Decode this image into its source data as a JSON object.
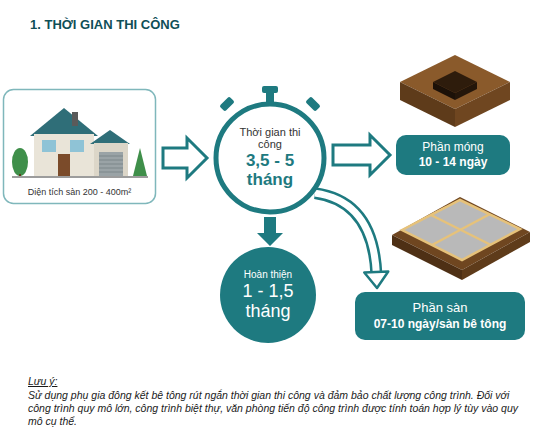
{
  "diagram": {
    "title": "1. THỜI GIAN THI CÔNG",
    "nodes": [
      {
        "text": [
          "Diện tích sàn 200 - 400m²"
        ]
      },
      {
        "text": [
          "Thời gian thi công",
          "3,5 - 5 tháng"
        ]
      },
      {
        "text": [
          "Hoàn thiện",
          "1 - 1,5 tháng"
        ]
      },
      {
        "text": [
          "Phần móng",
          "10 - 14 ngày"
        ]
      },
      {
        "text": [
          "Phần sàn",
          "07-10 ngày/sàn bê tông"
        ]
      }
    ],
    "edges": [
      {
        "from": 0,
        "to": 1,
        "arrow": "to"
      },
      {
        "from": 1,
        "to": 2,
        "arrow": "to"
      },
      {
        "from": 1,
        "to": 3,
        "arrow": "to"
      },
      {
        "from": 1,
        "to": 4,
        "arrow": "to"
      }
    ],
    "labels": [
      "Lưu ý:",
      "Sử dụng phụ gia đông kết bê tông rút ngắn thời gian thi công và đảm bảo chất lượng công trình. Đối với công trình quy mô lớn, công trình biệt thự, văn phòng tiến độ công trình được tính toán hợp lý tùy vào quy mô cụ thể."
    ]
  }
}
